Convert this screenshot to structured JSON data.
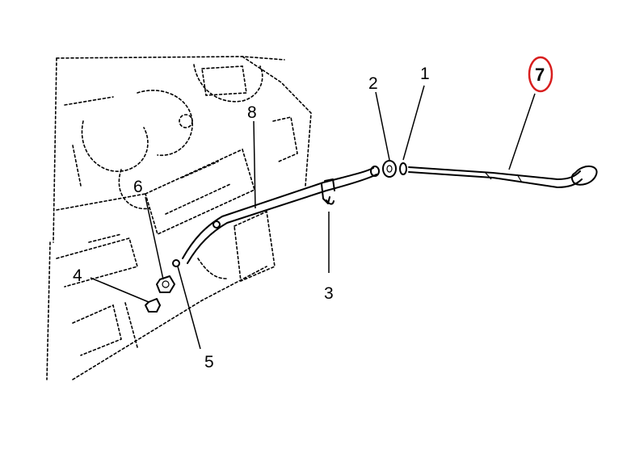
{
  "callouts": {
    "c1": "1",
    "c2": "2",
    "c3": "3",
    "c4": "4",
    "c5": "5",
    "c6": "6",
    "c7": "7",
    "c8": "8"
  },
  "highlight_color": "#d81e1e"
}
